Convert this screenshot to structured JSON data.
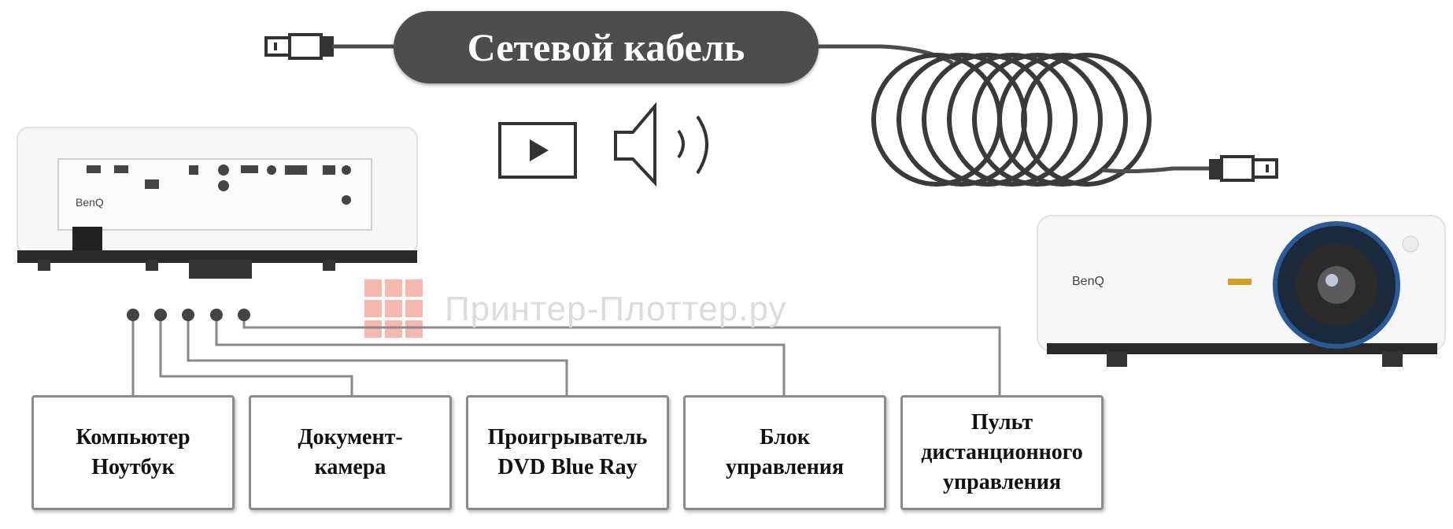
{
  "cable_label": "Сетевой кабель",
  "watermark_text": "Принтер-Плоттер.ру",
  "projector_brand": "BenQ",
  "devices": [
    {
      "id": "computer",
      "lines": [
        "Компьютер",
        "Ноутбук"
      ]
    },
    {
      "id": "document-camera",
      "lines": [
        "Документ-",
        "камера"
      ]
    },
    {
      "id": "player",
      "lines": [
        "Проигрыватель",
        "DVD Blue Ray"
      ]
    },
    {
      "id": "control-unit",
      "lines": [
        "Блок",
        "управления"
      ]
    },
    {
      "id": "remote",
      "lines": [
        "Пульт",
        "дистанционного",
        "управления"
      ]
    }
  ],
  "icons": [
    "rj45-plug-icon",
    "video-play-icon",
    "speaker-icon",
    "coiled-cable-icon",
    "projector-rear-icon",
    "projector-front-icon"
  ],
  "colors": {
    "cable": "#4d4d4d",
    "box_border": "#8a8a8a",
    "watermark": "#f4a79a",
    "lens_ring": "#2a5a9a",
    "brand_badge": "#d4a020"
  }
}
